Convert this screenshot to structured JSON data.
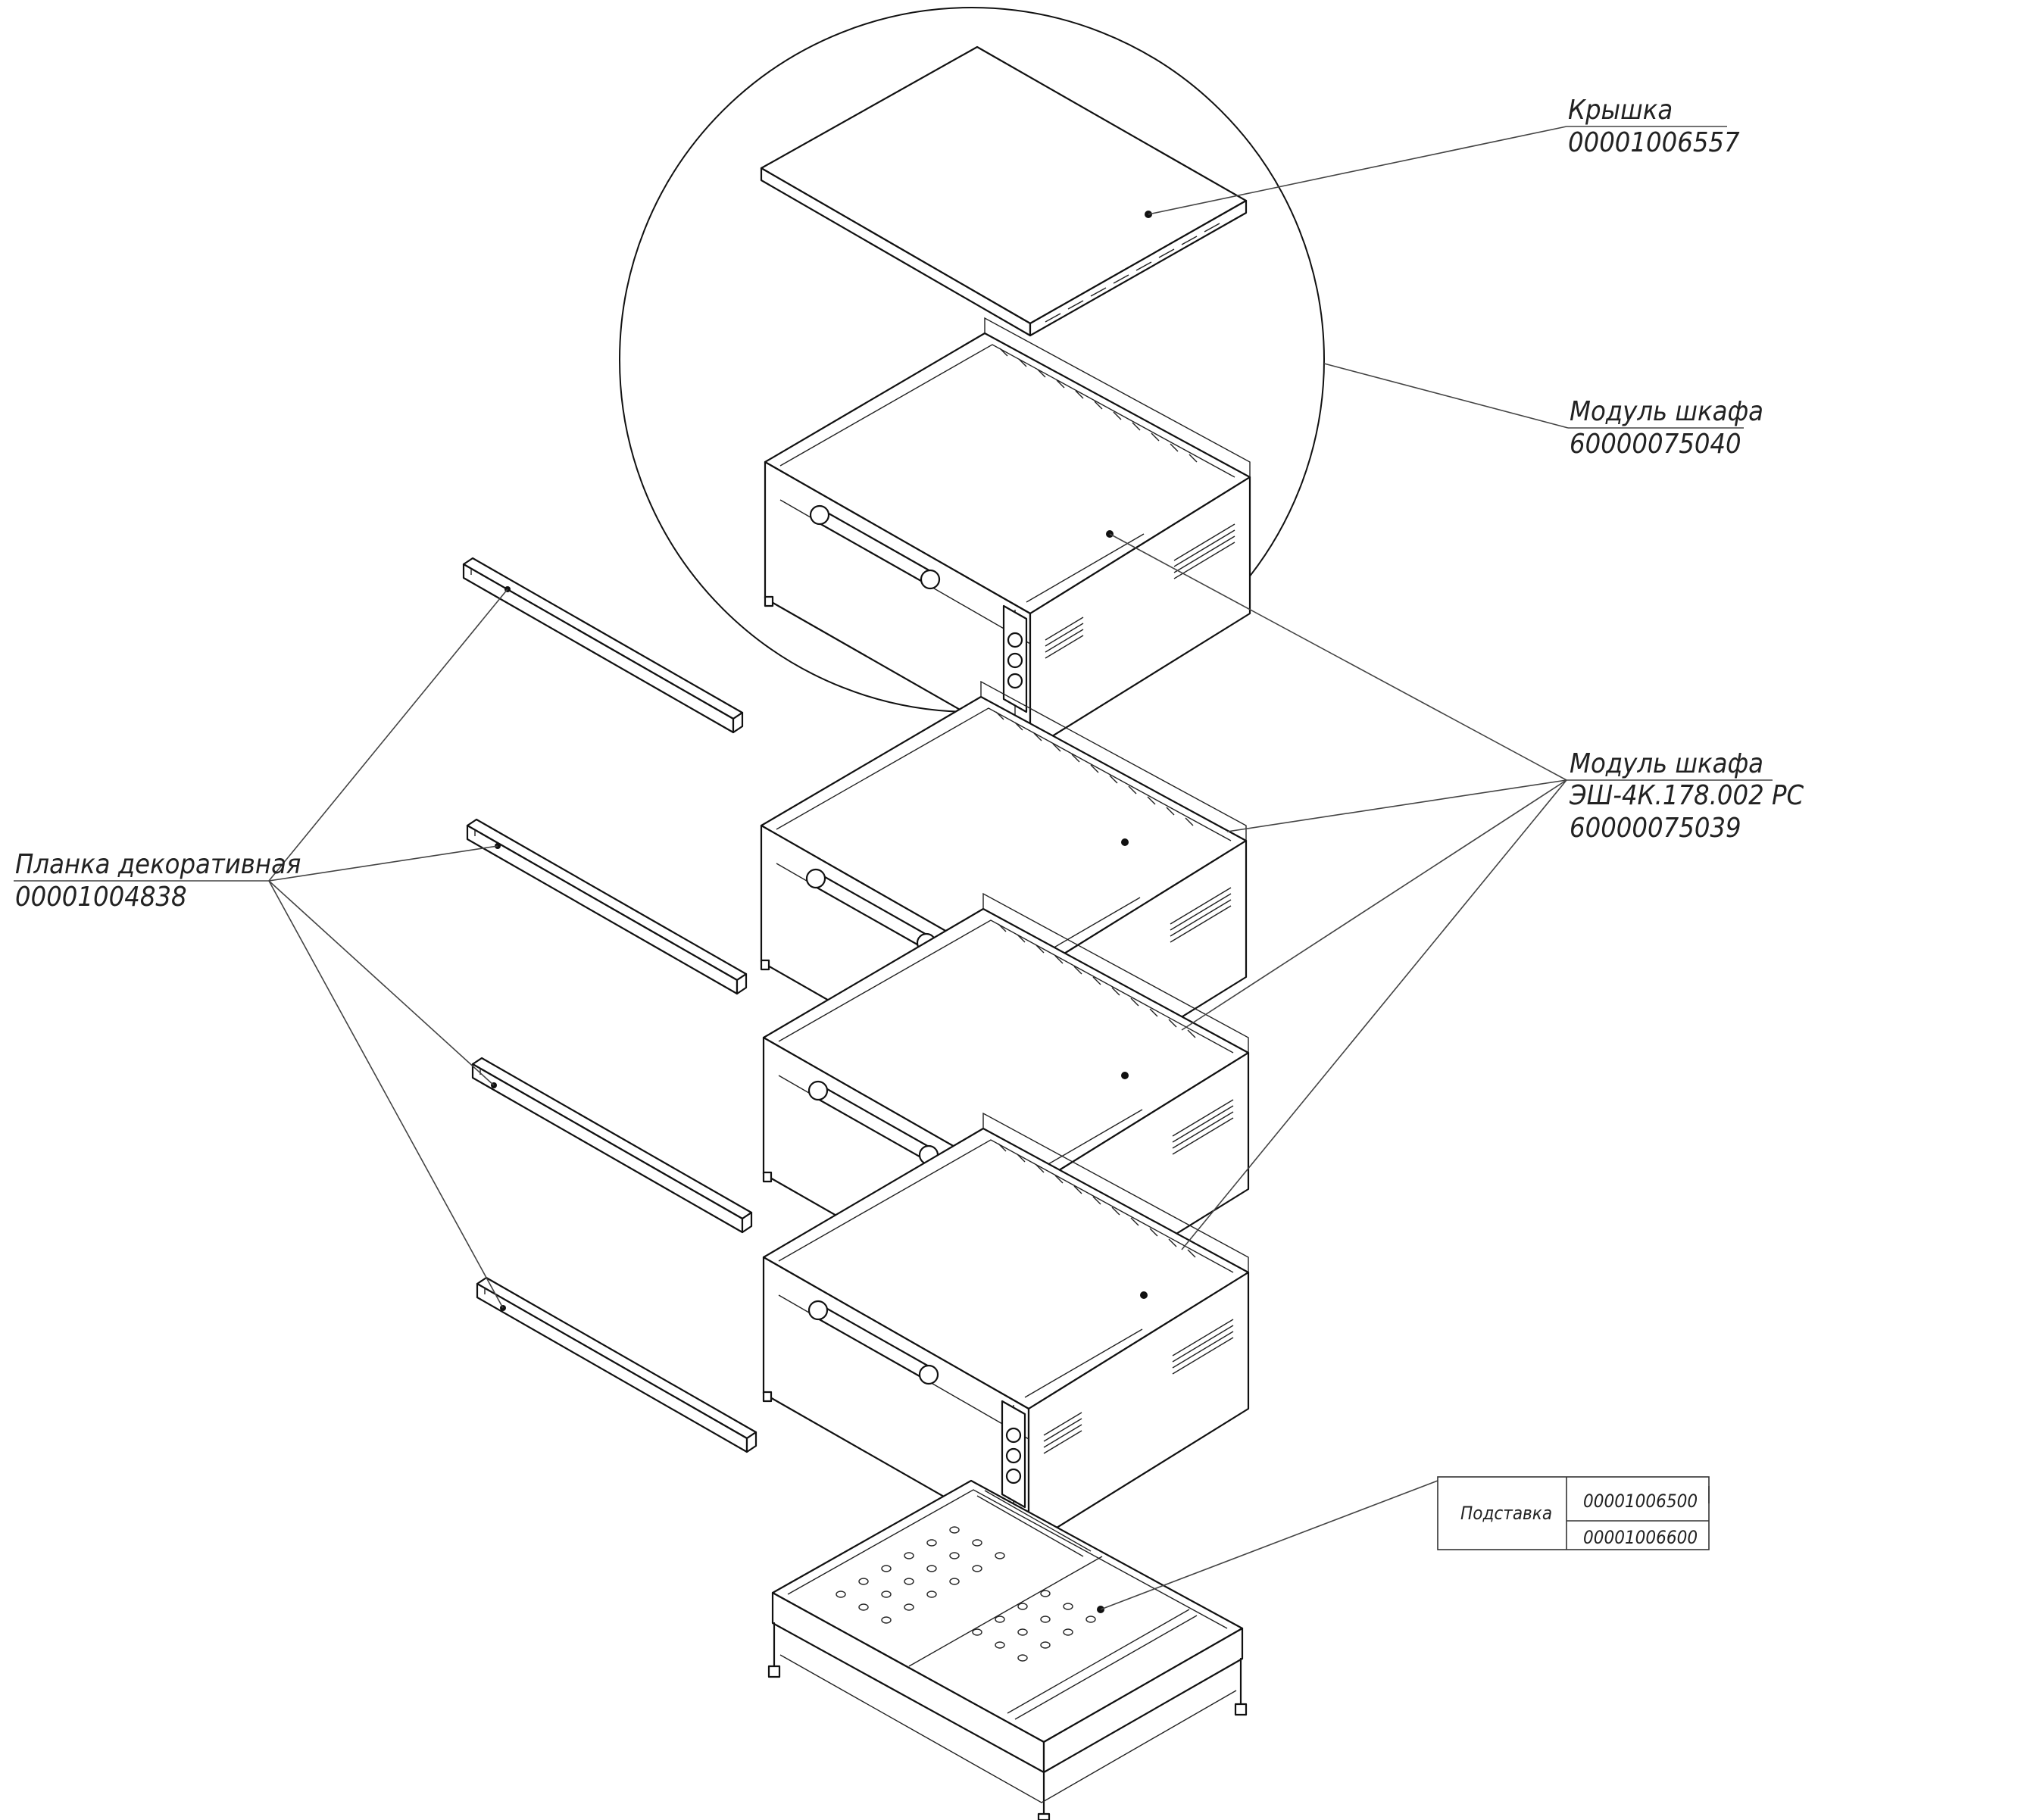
{
  "labels": {
    "lid_name": "Крышка",
    "lid_code": "00001006557",
    "module_top_name": "Модуль шкафа",
    "module_top_code": "60000075040",
    "module_name": "Модуль шкафа",
    "module_model": "ЭШ-4К.178.002 РС",
    "module_code": "60000075039",
    "strip_name": "Планка декоративная",
    "strip_code": "00001004838",
    "stand_name": "Подставка",
    "stand_code_1": "00001006500",
    "stand_code_2": "00001006600"
  }
}
